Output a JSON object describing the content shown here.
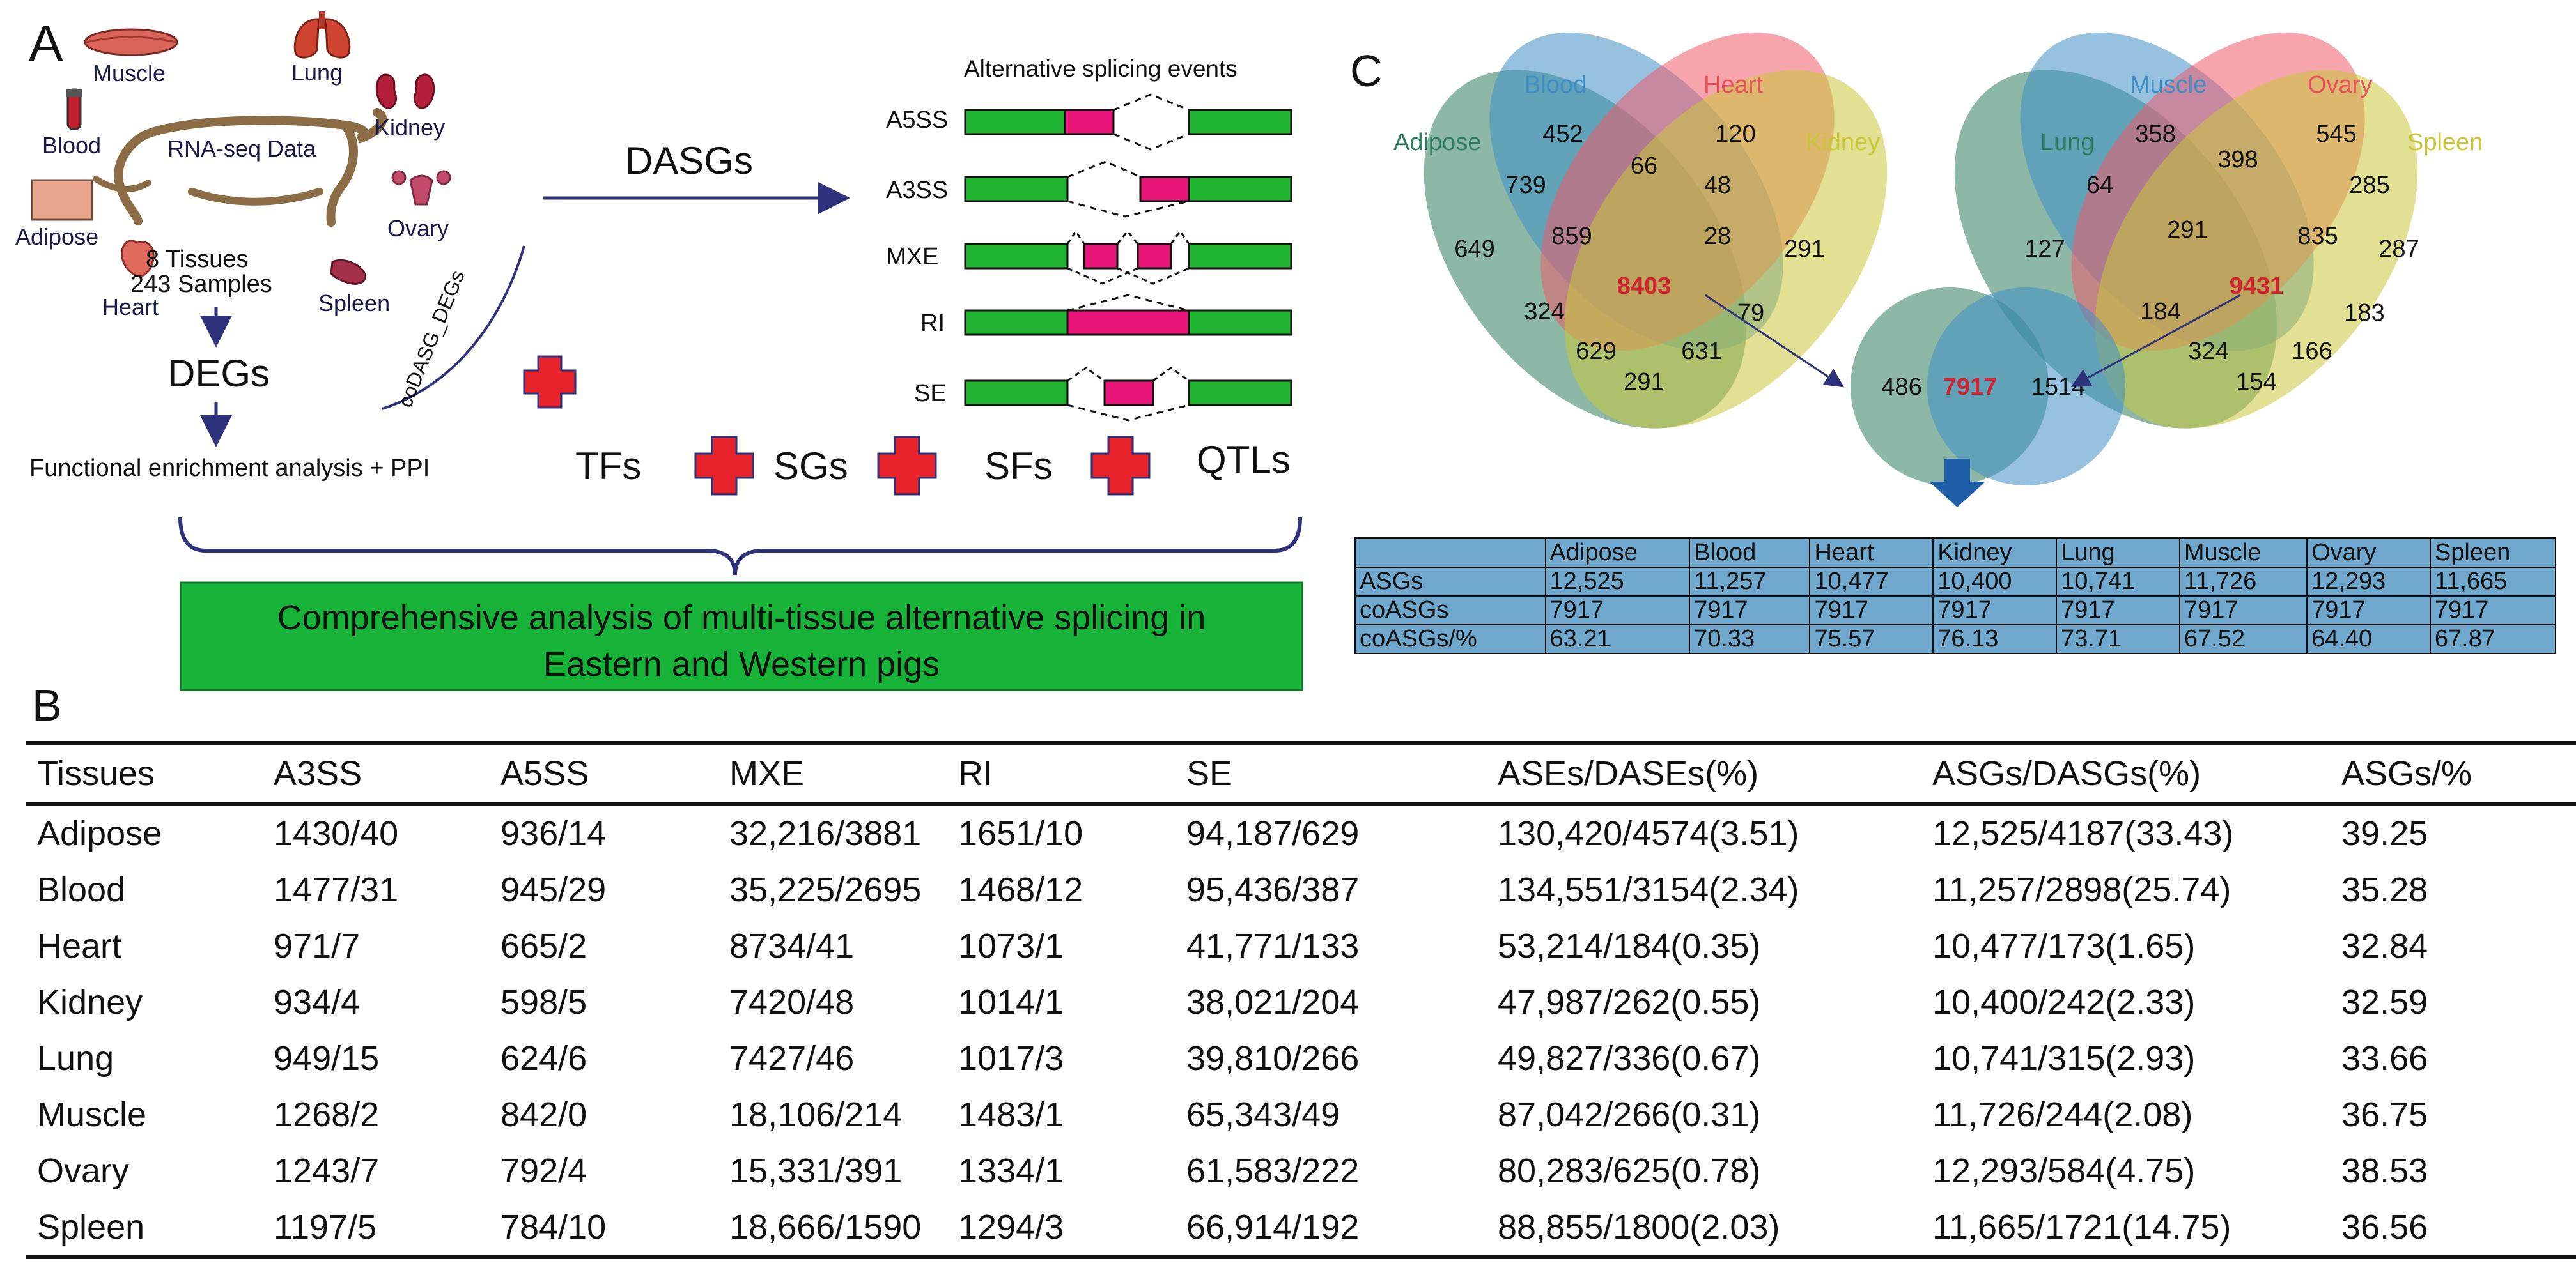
{
  "panels": {
    "a": "A",
    "b": "B",
    "c": "C"
  },
  "panel_a": {
    "tissues": [
      "Muscle",
      "Lung",
      "Blood",
      "Kidney",
      "Adipose",
      "Ovary",
      "Heart",
      "Spleen"
    ],
    "rnaseq": "RNA-seq Data",
    "tissue_count": "8 Tissues",
    "sample_count": "243 Samples",
    "degs": "DEGs",
    "functional": "Functional enrichment analysis + PPI",
    "codasg": "coDASG_DEGs",
    "dasgs": "DASGs",
    "as_title": "Alternative splicing events",
    "events": [
      "A5SS",
      "A3SS",
      "MXE",
      "RI",
      "SE"
    ],
    "factors": [
      "TFs",
      "SGs",
      "SFs",
      "QTLs"
    ],
    "banner": [
      "Comprehensive  analysis of multi-tissue alternative splicing in",
      "Eastern and Western pigs"
    ],
    "colors": {
      "exon": "#1fb530",
      "alt_exon": "#ea1579",
      "cross": "#e8222a",
      "banner": "#17b238",
      "arrow": "#2d327a"
    }
  },
  "panel_c": {
    "venn1": {
      "labels": [
        "Adipose",
        "Blood",
        "Heart",
        "Kidney"
      ],
      "values": [
        "452",
        "120",
        "739",
        "66",
        "48",
        "649",
        "859",
        "28",
        "291",
        "8403",
        "324",
        "79",
        "629",
        "631",
        "291"
      ],
      "center": "8403"
    },
    "venn2": {
      "labels": [
        "Lung",
        "Muscle",
        "Ovary",
        "Spleen"
      ],
      "values": [
        "358",
        "545",
        "64",
        "398",
        "285",
        "127",
        "291",
        "835",
        "287",
        "9431",
        "184",
        "183",
        "324",
        "166",
        "154"
      ],
      "center": "9431"
    },
    "venn3": {
      "values": [
        "486",
        "7917",
        "1514"
      ],
      "center": "7917"
    },
    "colors": {
      "adipose": "#2f7d5c",
      "blood": "#3f8fc6",
      "heart": "#ef5b6a",
      "kidney": "#c9c63a",
      "ovary": "#e8505c",
      "center": "#d0252e"
    },
    "table": {
      "columns": [
        "",
        "Adipose",
        "Blood",
        "Heart",
        "Kidney",
        "Lung",
        "Muscle",
        "Ovary",
        "Spleen"
      ],
      "rows": [
        [
          "ASGs",
          "12,525",
          "11,257",
          "10,477",
          "10,400",
          "10,741",
          "11,726",
          "12,293",
          "11,665"
        ],
        [
          "coASGs",
          "7917",
          "7917",
          "7917",
          "7917",
          "7917",
          "7917",
          "7917",
          "7917"
        ],
        [
          "coASGs/%",
          "63.21",
          "70.33",
          "75.57",
          "76.13",
          "73.71",
          "67.52",
          "64.40",
          "67.87"
        ]
      ]
    }
  },
  "table_b": {
    "columns": [
      "Tissues",
      "A3SS",
      "A5SS",
      "MXE",
      "RI",
      "SE",
      "ASEs/DASEs(%)",
      "ASGs/DASGs(%)",
      "ASGs/%"
    ],
    "rows": [
      [
        "Adipose",
        "1430/40",
        "936/14",
        "32,216/3881",
        "1651/10",
        "94,187/629",
        "130,420/4574(3.51)",
        "12,525/4187(33.43)",
        "39.25"
      ],
      [
        "Blood",
        "1477/31",
        "945/29",
        "35,225/2695",
        "1468/12",
        "95,436/387",
        "134,551/3154(2.34)",
        "11,257/2898(25.74)",
        "35.28"
      ],
      [
        "Heart",
        "971/7",
        "665/2",
        "8734/41",
        "1073/1",
        "41,771/133",
        "53,214/184(0.35)",
        "10,477/173(1.65)",
        "32.84"
      ],
      [
        "Kidney",
        "934/4",
        "598/5",
        "7420/48",
        "1014/1",
        "38,021/204",
        "47,987/262(0.55)",
        "10,400/242(2.33)",
        "32.59"
      ],
      [
        "Lung",
        "949/15",
        "624/6",
        "7427/46",
        "1017/3",
        "39,810/266",
        "49,827/336(0.67)",
        "10,741/315(2.93)",
        "33.66"
      ],
      [
        "Muscle",
        "1268/2",
        "842/0",
        "18,106/214",
        "1483/1",
        "65,343/49",
        "87,042/266(0.31)",
        "11,726/244(2.08)",
        "36.75"
      ],
      [
        "Ovary",
        "1243/7",
        "792/4",
        "15,331/391",
        "1334/1",
        "61,583/222",
        "80,283/625(0.78)",
        "12,293/584(4.75)",
        "38.53"
      ],
      [
        "Spleen",
        "1197/5",
        "784/10",
        "18,666/1590",
        "1294/3",
        "66,914/192",
        "88,855/1800(2.03)",
        "11,665/1721(14.75)",
        "36.56"
      ]
    ]
  }
}
